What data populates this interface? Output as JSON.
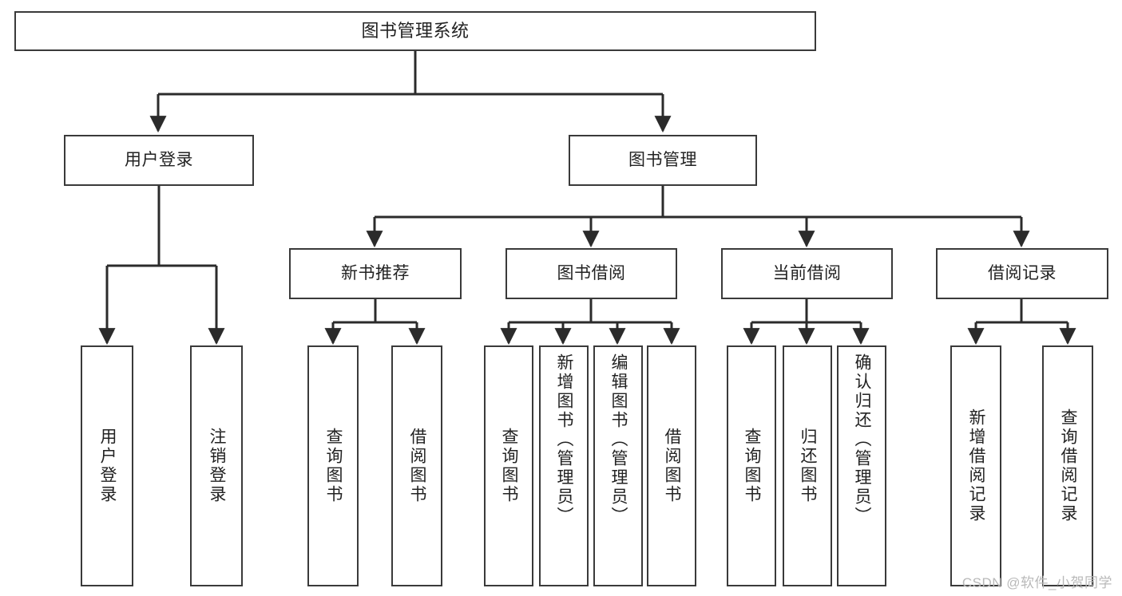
{
  "diagram": {
    "title": "图书管理系统",
    "type": "tree",
    "colors": {
      "box_border": "#3a3a3a",
      "box_fill": "#ffffff",
      "edge": "#2b2b2b",
      "text": "#222222",
      "watermark": "#b9b9b9",
      "background": "#ffffff"
    },
    "nodes": {
      "root": {
        "label": "图书管理系统"
      },
      "level2": [
        {
          "id": "user-login",
          "label": "用户登录"
        },
        {
          "id": "book-manage",
          "label": "图书管理"
        }
      ],
      "level3": [
        {
          "id": "new-book-recommend",
          "label": "新书推荐"
        },
        {
          "id": "book-borrow",
          "label": "图书借阅"
        },
        {
          "id": "current-borrow",
          "label": "当前借阅"
        },
        {
          "id": "borrow-record",
          "label": "借阅记录"
        }
      ],
      "leaves": [
        {
          "id": "leaf-user-login",
          "label": "用户登录",
          "parent": "user-login"
        },
        {
          "id": "leaf-user-logout",
          "label": "注销登录",
          "parent": "user-login"
        },
        {
          "id": "leaf-query-book-1",
          "label": "查询图书",
          "parent": "new-book-recommend"
        },
        {
          "id": "leaf-borrow-book-1",
          "label": "借阅图书",
          "parent": "new-book-recommend"
        },
        {
          "id": "leaf-query-book-2",
          "label": "查询图书",
          "parent": "book-borrow"
        },
        {
          "id": "leaf-add-book",
          "label": "新增图书（管理员）",
          "parent": "book-borrow"
        },
        {
          "id": "leaf-edit-book",
          "label": "编辑图书（管理员）",
          "parent": "book-borrow"
        },
        {
          "id": "leaf-borrow-book-2",
          "label": "借阅图书",
          "parent": "book-borrow"
        },
        {
          "id": "leaf-query-book-3",
          "label": "查询图书",
          "parent": "current-borrow"
        },
        {
          "id": "leaf-return-book",
          "label": "归还图书",
          "parent": "current-borrow"
        },
        {
          "id": "leaf-confirm-return",
          "label": "确认归还（管理员）",
          "parent": "current-borrow"
        },
        {
          "id": "leaf-add-record",
          "label": "新增借阅记录",
          "parent": "borrow-record"
        },
        {
          "id": "leaf-query-record",
          "label": "查询借阅记录",
          "parent": "borrow-record"
        }
      ]
    }
  },
  "watermark": {
    "text": "CSDN @软件_小贺同学"
  }
}
